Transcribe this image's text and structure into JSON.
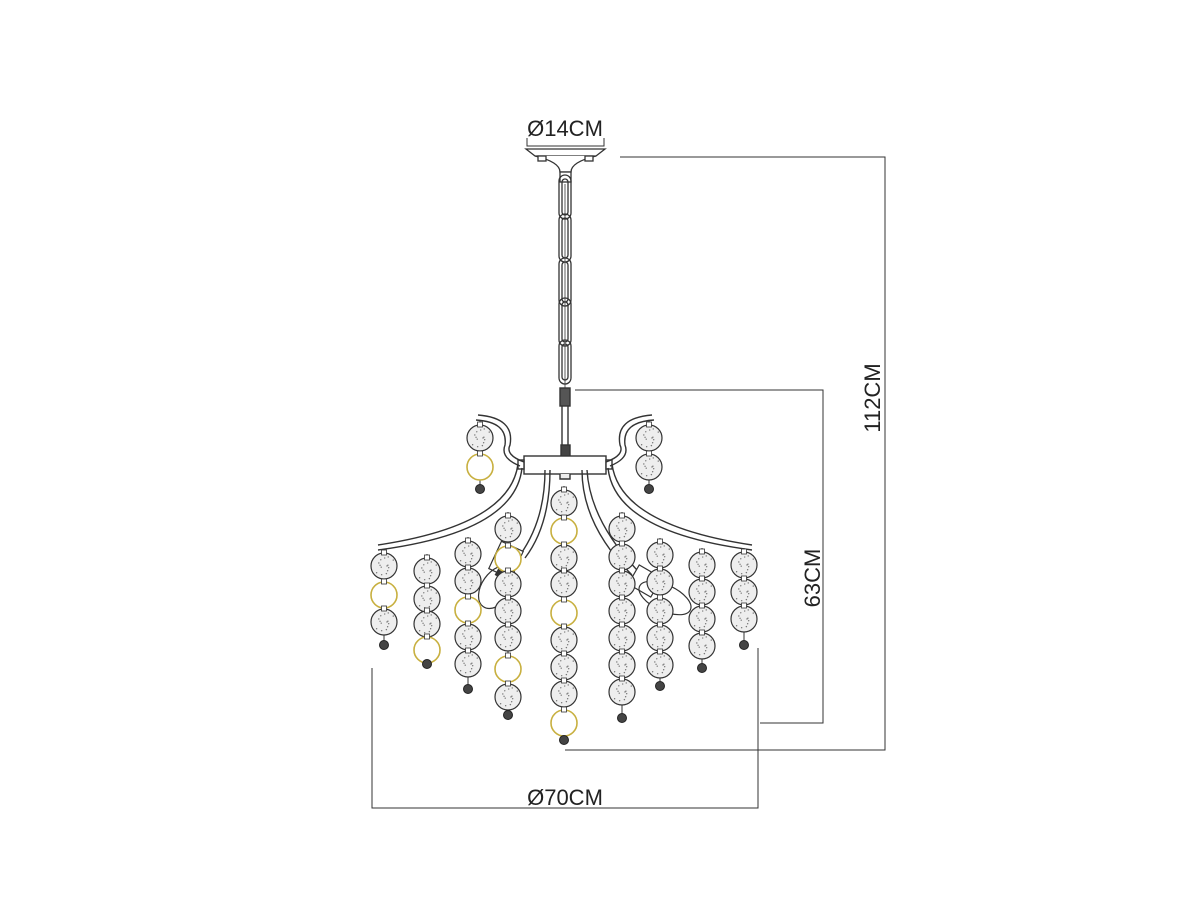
{
  "diagram": {
    "canopy_diameter_label": "Ø14CM",
    "total_height_label": "112CM",
    "body_height_label": "63CM",
    "body_diameter_label": "Ø70CM"
  },
  "colors": {
    "line": "#333333",
    "ring": "#c8b040",
    "bead_fill": "#eeeeee"
  }
}
